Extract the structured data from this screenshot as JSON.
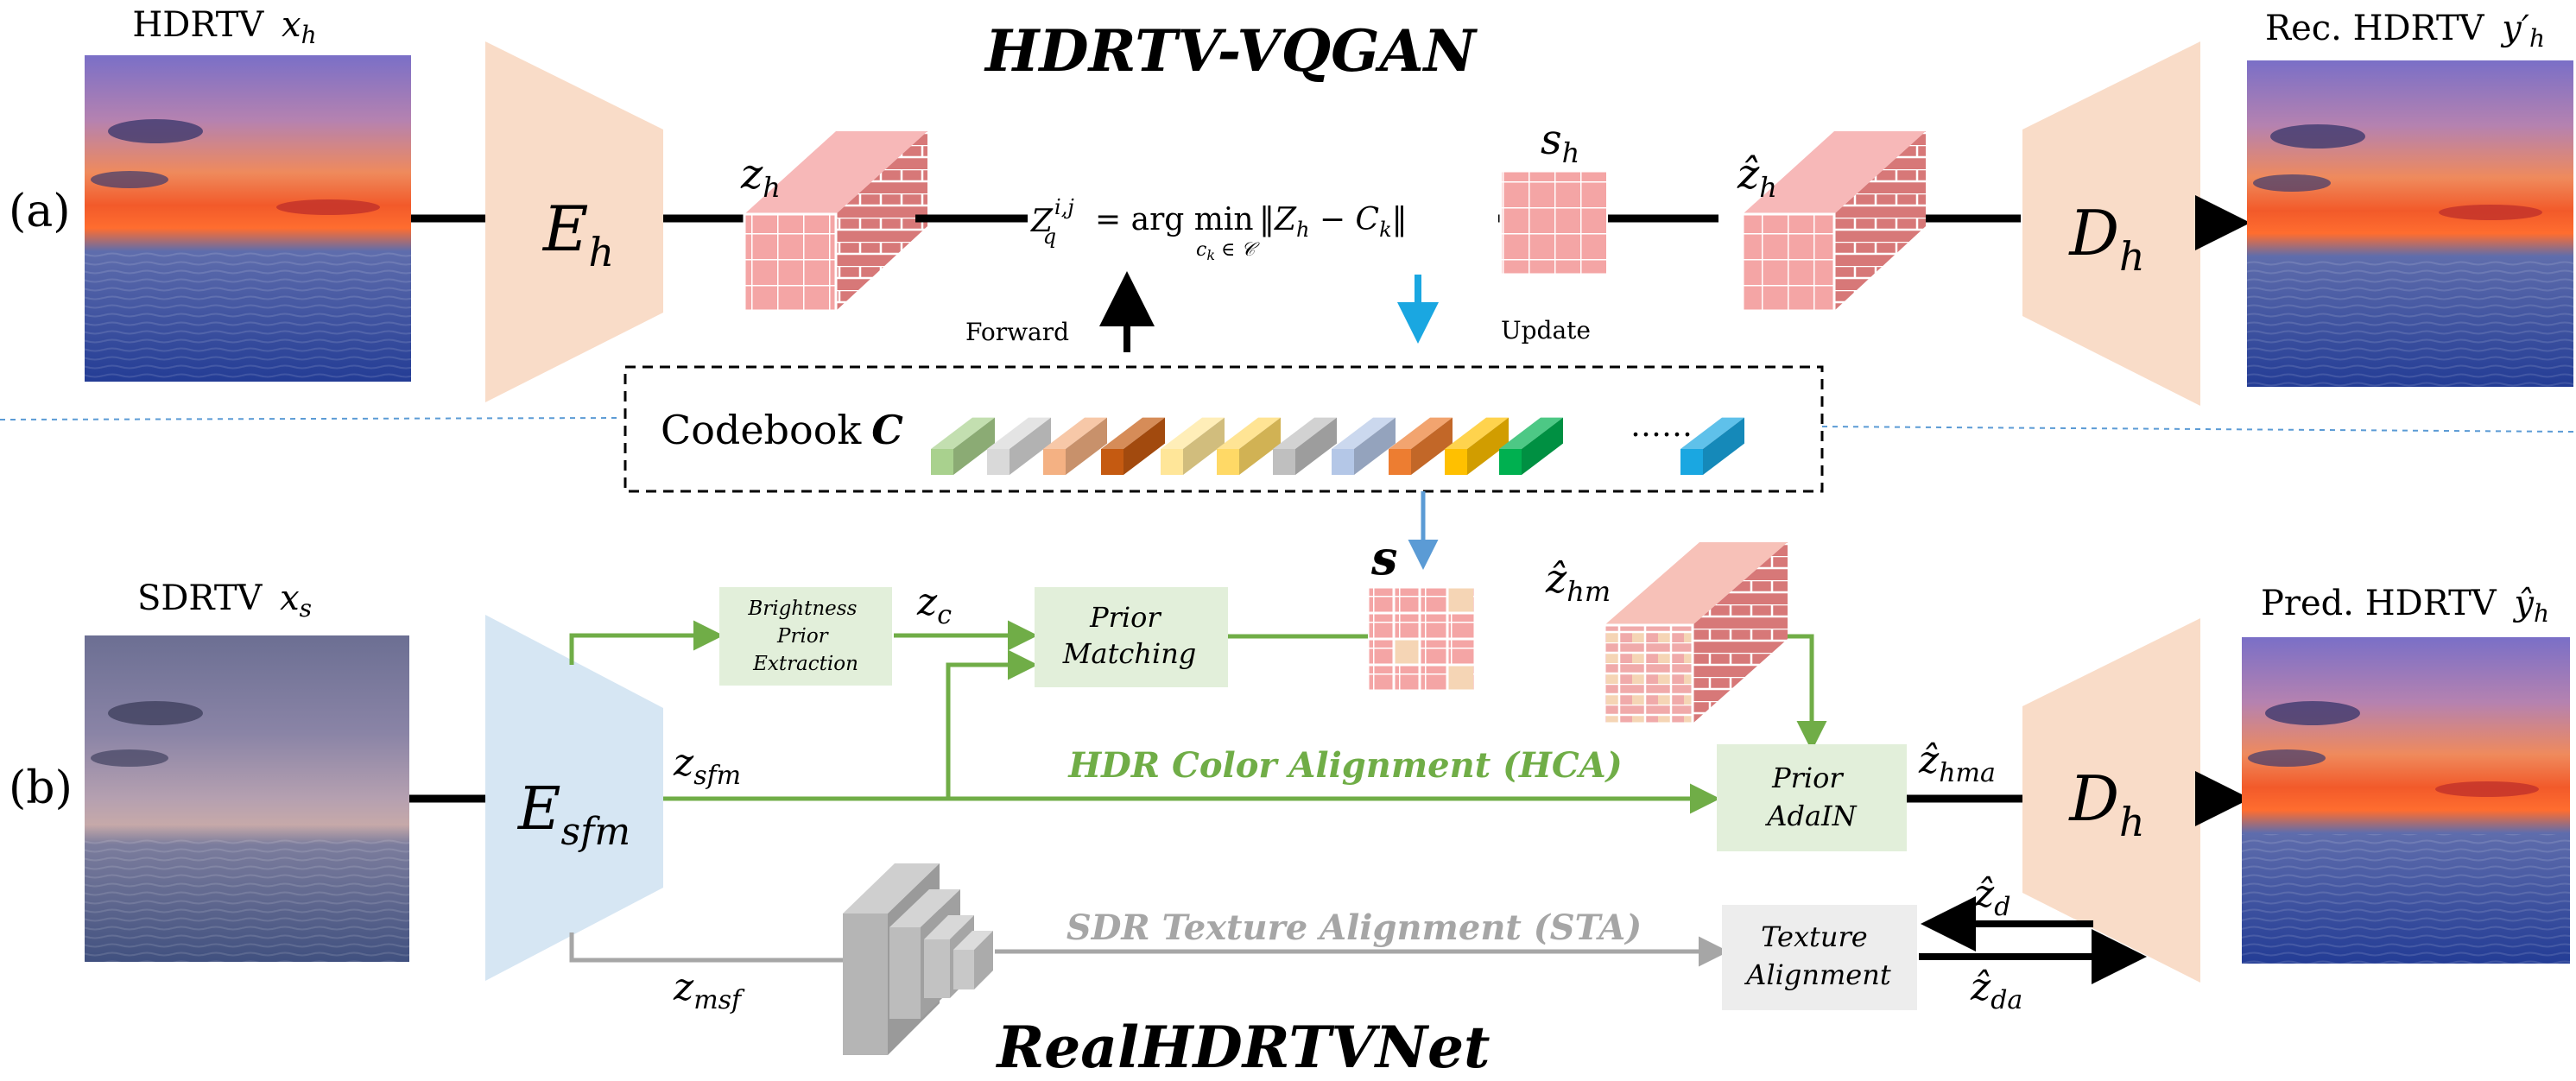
{
  "titles": {
    "top": "HDRTV-VQGAN",
    "bottom": "RealHDRTVNet"
  },
  "row_markers": {
    "a": "(a)",
    "b": "(b)"
  },
  "images": {
    "hdr_input": {
      "label": "HDRTV",
      "symbol": "x",
      "sub": "h"
    },
    "hdr_recon": {
      "label": "Rec. HDRTV",
      "symbol": "y′",
      "sub": "h"
    },
    "sdr_input": {
      "label": "SDRTV",
      "symbol": "x",
      "sub": "s"
    },
    "hdr_pred": {
      "label": "Pred. HDRTV",
      "symbol": "ŷ",
      "sub": "h"
    }
  },
  "encoders": {
    "eh": {
      "symbol": "E",
      "sub": "h"
    },
    "esfm": {
      "symbol": "E",
      "sub": "sfm"
    }
  },
  "decoders": {
    "dh_top": {
      "symbol": "D",
      "sub": "h"
    },
    "dh_bottom": {
      "symbol": "D",
      "sub": "h"
    }
  },
  "features": {
    "zh": {
      "symbol": "z",
      "sub": "h"
    },
    "sh": {
      "symbol": "s",
      "sub": "h"
    },
    "zhat_h": {
      "symbol": "ẑ",
      "sub": "h"
    },
    "s": {
      "symbol": "s"
    },
    "zhat_hm": {
      "symbol": "ẑ",
      "sub": "hm"
    },
    "zc": {
      "symbol": "z",
      "sub": "c"
    },
    "zsfm": {
      "symbol": "z",
      "sub": "sfm"
    },
    "zmsf": {
      "symbol": "z",
      "sub": "msf"
    },
    "zhat_hma": {
      "symbol": "ẑ",
      "sub": "hma"
    },
    "zhat_d": {
      "symbol": "ẑ",
      "sub": "d"
    },
    "zhat_da": {
      "symbol": "ẑ",
      "sub": "da"
    }
  },
  "quantization": {
    "lhs": "Z",
    "lhs_sup": "i,j",
    "lhs_sub": "q",
    "eq": "= arg min",
    "under": "c",
    "under_sub": "k",
    "under_rest": " ∈ 𝒞",
    "norm": "‖Z",
    "norm_sub_h": "h",
    "minus": " − C",
    "norm_sub_k": "k",
    "norm_end": "‖"
  },
  "labels": {
    "forward": "Forward",
    "update": "Update",
    "codebook": "Codebook",
    "codebook_symbol": "C",
    "ellipsis": "……"
  },
  "modules": {
    "brightness": [
      "Brightness",
      "Prior",
      "Extraction"
    ],
    "prior_matching": [
      "Prior",
      "Matching"
    ],
    "prior_adain": [
      "Prior",
      "AdaIN"
    ],
    "texture_alignment": [
      "Texture",
      "Alignment"
    ]
  },
  "branches": {
    "hca": "HDR Color Alignment (HCA)",
    "sta": "SDR Texture Alignment (STA)"
  },
  "colors": {
    "green": "#70ad47",
    "gray": "#a6a6a6",
    "blue": "#1aa7e1",
    "peach": "#f9dcc8",
    "light_blue": "#d6e6f3",
    "module_green": "#e2efda",
    "module_gray": "#ededed",
    "pink": "#f4a5a5",
    "pink_dark": "#cc6b6b",
    "beige": "#f5d5b5"
  },
  "codebook_colors": [
    "#a9d18e",
    "#d9d9d9",
    "#f4b183",
    "#c55a11",
    "#ffe699",
    "#ffd966",
    "#bfbfbf",
    "#b4c7e7",
    "#ed7d31",
    "#ffc000",
    "#00b050",
    "#1aa7e1"
  ]
}
